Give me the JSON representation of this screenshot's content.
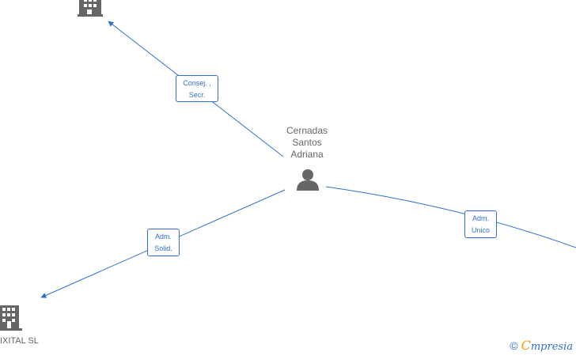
{
  "nodes": {
    "person": {
      "label_lines": [
        "Cernadas",
        "Santos",
        "Adriana"
      ]
    },
    "company_bottom_left": {
      "label": "DIXITAL SL"
    }
  },
  "edges": {
    "top_left": {
      "label_lines": [
        "Consej. ,",
        "Secr."
      ]
    },
    "bottom_left": {
      "label_lines": [
        "Adm.",
        "Solid."
      ]
    },
    "right": {
      "label_lines": [
        "Adm.",
        "Unico"
      ]
    }
  },
  "brand": {
    "copyright": "©",
    "first_letter": "C",
    "rest": "mpresia"
  },
  "colors": {
    "edge": "#2f6fd0",
    "icon": "#666666",
    "text": "#666666",
    "brand_accent": "#f39c12"
  }
}
